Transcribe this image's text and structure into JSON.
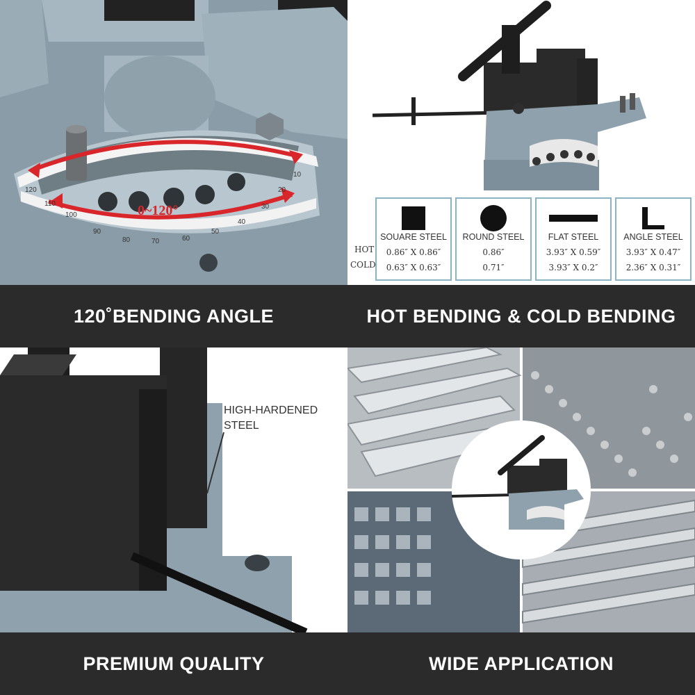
{
  "banners": {
    "top_left": "120˚BENDING ANGLE",
    "top_right": "HOT BENDING & COLD BENDING",
    "bottom_left": "PREMIUM QUALITY",
    "bottom_right": "WIDE APPLICATION"
  },
  "angle_panel": {
    "range_label": "0~120°",
    "scale_ticks": [
      "120",
      "110",
      "100",
      "90",
      "80",
      "70",
      "60",
      "50",
      "40",
      "30",
      "20",
      "10"
    ]
  },
  "spec_table": {
    "row_labels": {
      "hot": "HOT",
      "cold": "COLD"
    },
    "items": [
      {
        "icon": "square-steel-icon",
        "name": "SOUARE STEEL",
        "hot": "0.86″ X 0.86″",
        "cold": "0.63″ X 0.63″"
      },
      {
        "icon": "round-steel-icon",
        "name": "ROUND STEEL",
        "hot": "0.86″",
        "cold": "0.71″"
      },
      {
        "icon": "flat-steel-icon",
        "name": "FLAT STEEL",
        "hot": "3.93″ X 0.59″",
        "cold": "3.93″ X 0.2″"
      },
      {
        "icon": "angle-steel-icon",
        "name": "ANGLE STEEL",
        "hot": "3.93″ X 0.47″",
        "cold": "2.36″ X 0.31″"
      }
    ]
  },
  "quality_panel": {
    "callout_line1": "HIGH-HARDENED",
    "callout_line2": "STEEL"
  },
  "colors": {
    "banner_bg": "#2b2b2b",
    "machine_body": "#8c9ea9",
    "arrow_red": "#d9262b",
    "spec_border": "#8ab4c4"
  }
}
